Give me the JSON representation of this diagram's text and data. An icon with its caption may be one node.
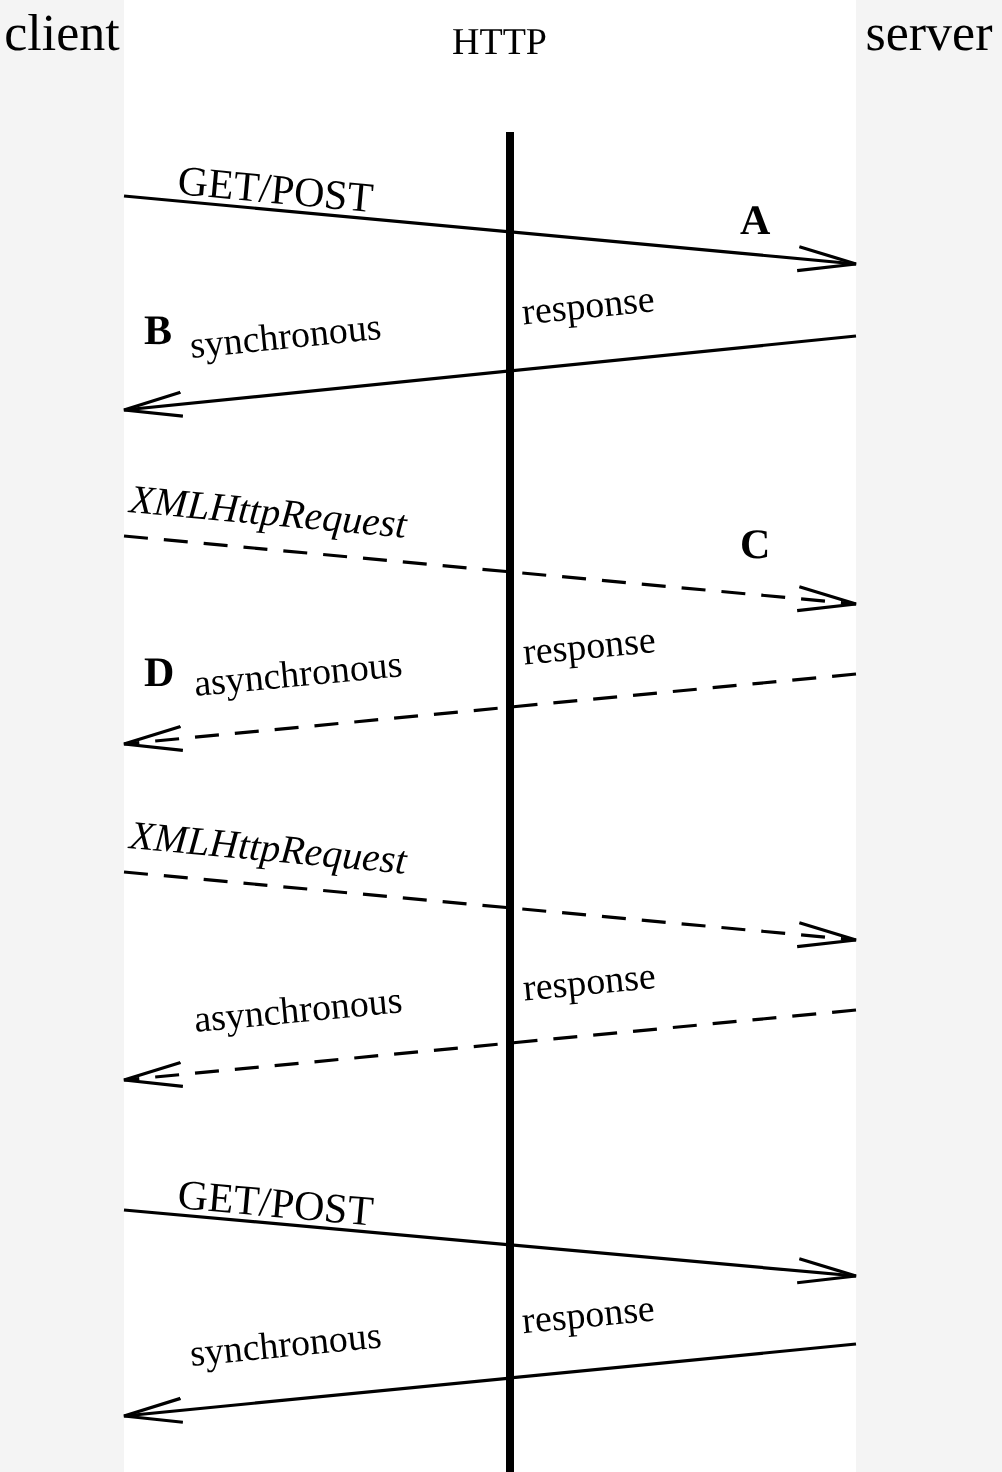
{
  "diagram": {
    "nodes": [
      {
        "text": [
          "client"
        ]
      },
      {
        "text": [
          "HTTP"
        ]
      },
      {
        "text": [
          "server"
        ]
      }
    ],
    "edges": [
      {
        "from": 0,
        "to": 2,
        "arrow": "to",
        "label": "GET/POST"
      },
      {
        "from": 2,
        "to": 0,
        "arrow": "to",
        "label": "synchronous response"
      },
      {
        "from": 0,
        "to": 2,
        "arrow": "to",
        "label": "XMLHttpRequest",
        "style": "dashed"
      },
      {
        "from": 2,
        "to": 0,
        "arrow": "to",
        "label": "asynchronous response",
        "style": "dashed"
      },
      {
        "from": 0,
        "to": 2,
        "arrow": "to",
        "label": "XMLHttpRequest",
        "style": "dashed"
      },
      {
        "from": 2,
        "to": 0,
        "arrow": "to",
        "label": "asynchronous response",
        "style": "dashed"
      },
      {
        "from": 0,
        "to": 2,
        "arrow": "to",
        "label": "GET/POST"
      },
      {
        "from": 2,
        "to": 0,
        "arrow": "to",
        "label": "synchronous response"
      }
    ],
    "labels": [
      "A",
      "B",
      "C",
      "D"
    ]
  }
}
